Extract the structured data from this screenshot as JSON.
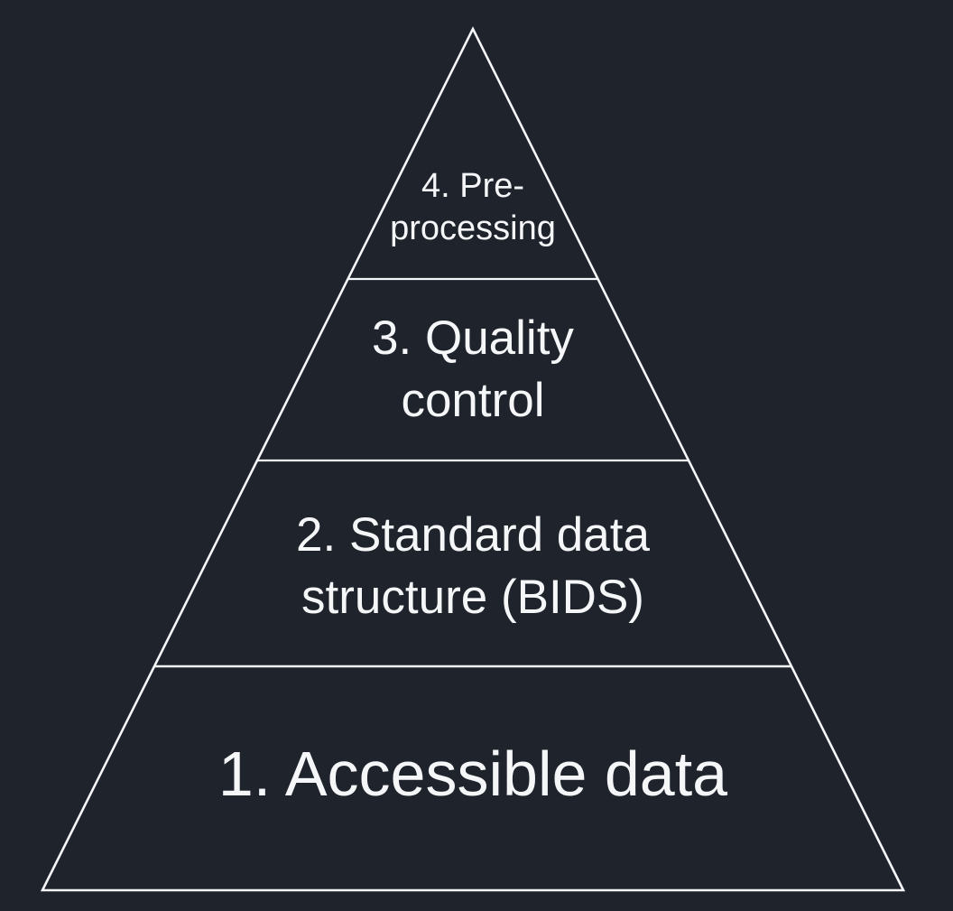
{
  "colors": {
    "background": "#1f232c",
    "line": "#f5f6f8",
    "text": "#f5f6f8"
  },
  "pyramid": {
    "type": "pyramid-diagram",
    "levels": [
      {
        "id": "level-4",
        "rank": "4",
        "label": "4. Pre-processing",
        "line1": "4. Pre-",
        "line2": "processing"
      },
      {
        "id": "level-3",
        "rank": "3",
        "label": "3. Quality control",
        "line1": "3. Quality",
        "line2": "control"
      },
      {
        "id": "level-2",
        "rank": "2",
        "label": "2. Standard data structure (BIDS)",
        "line1": "2. Standard data",
        "line2": "structure (BIDS)"
      },
      {
        "id": "level-1",
        "rank": "1",
        "label": "1. Accessible data",
        "line1": "1. Accessible data",
        "line2": ""
      }
    ]
  }
}
